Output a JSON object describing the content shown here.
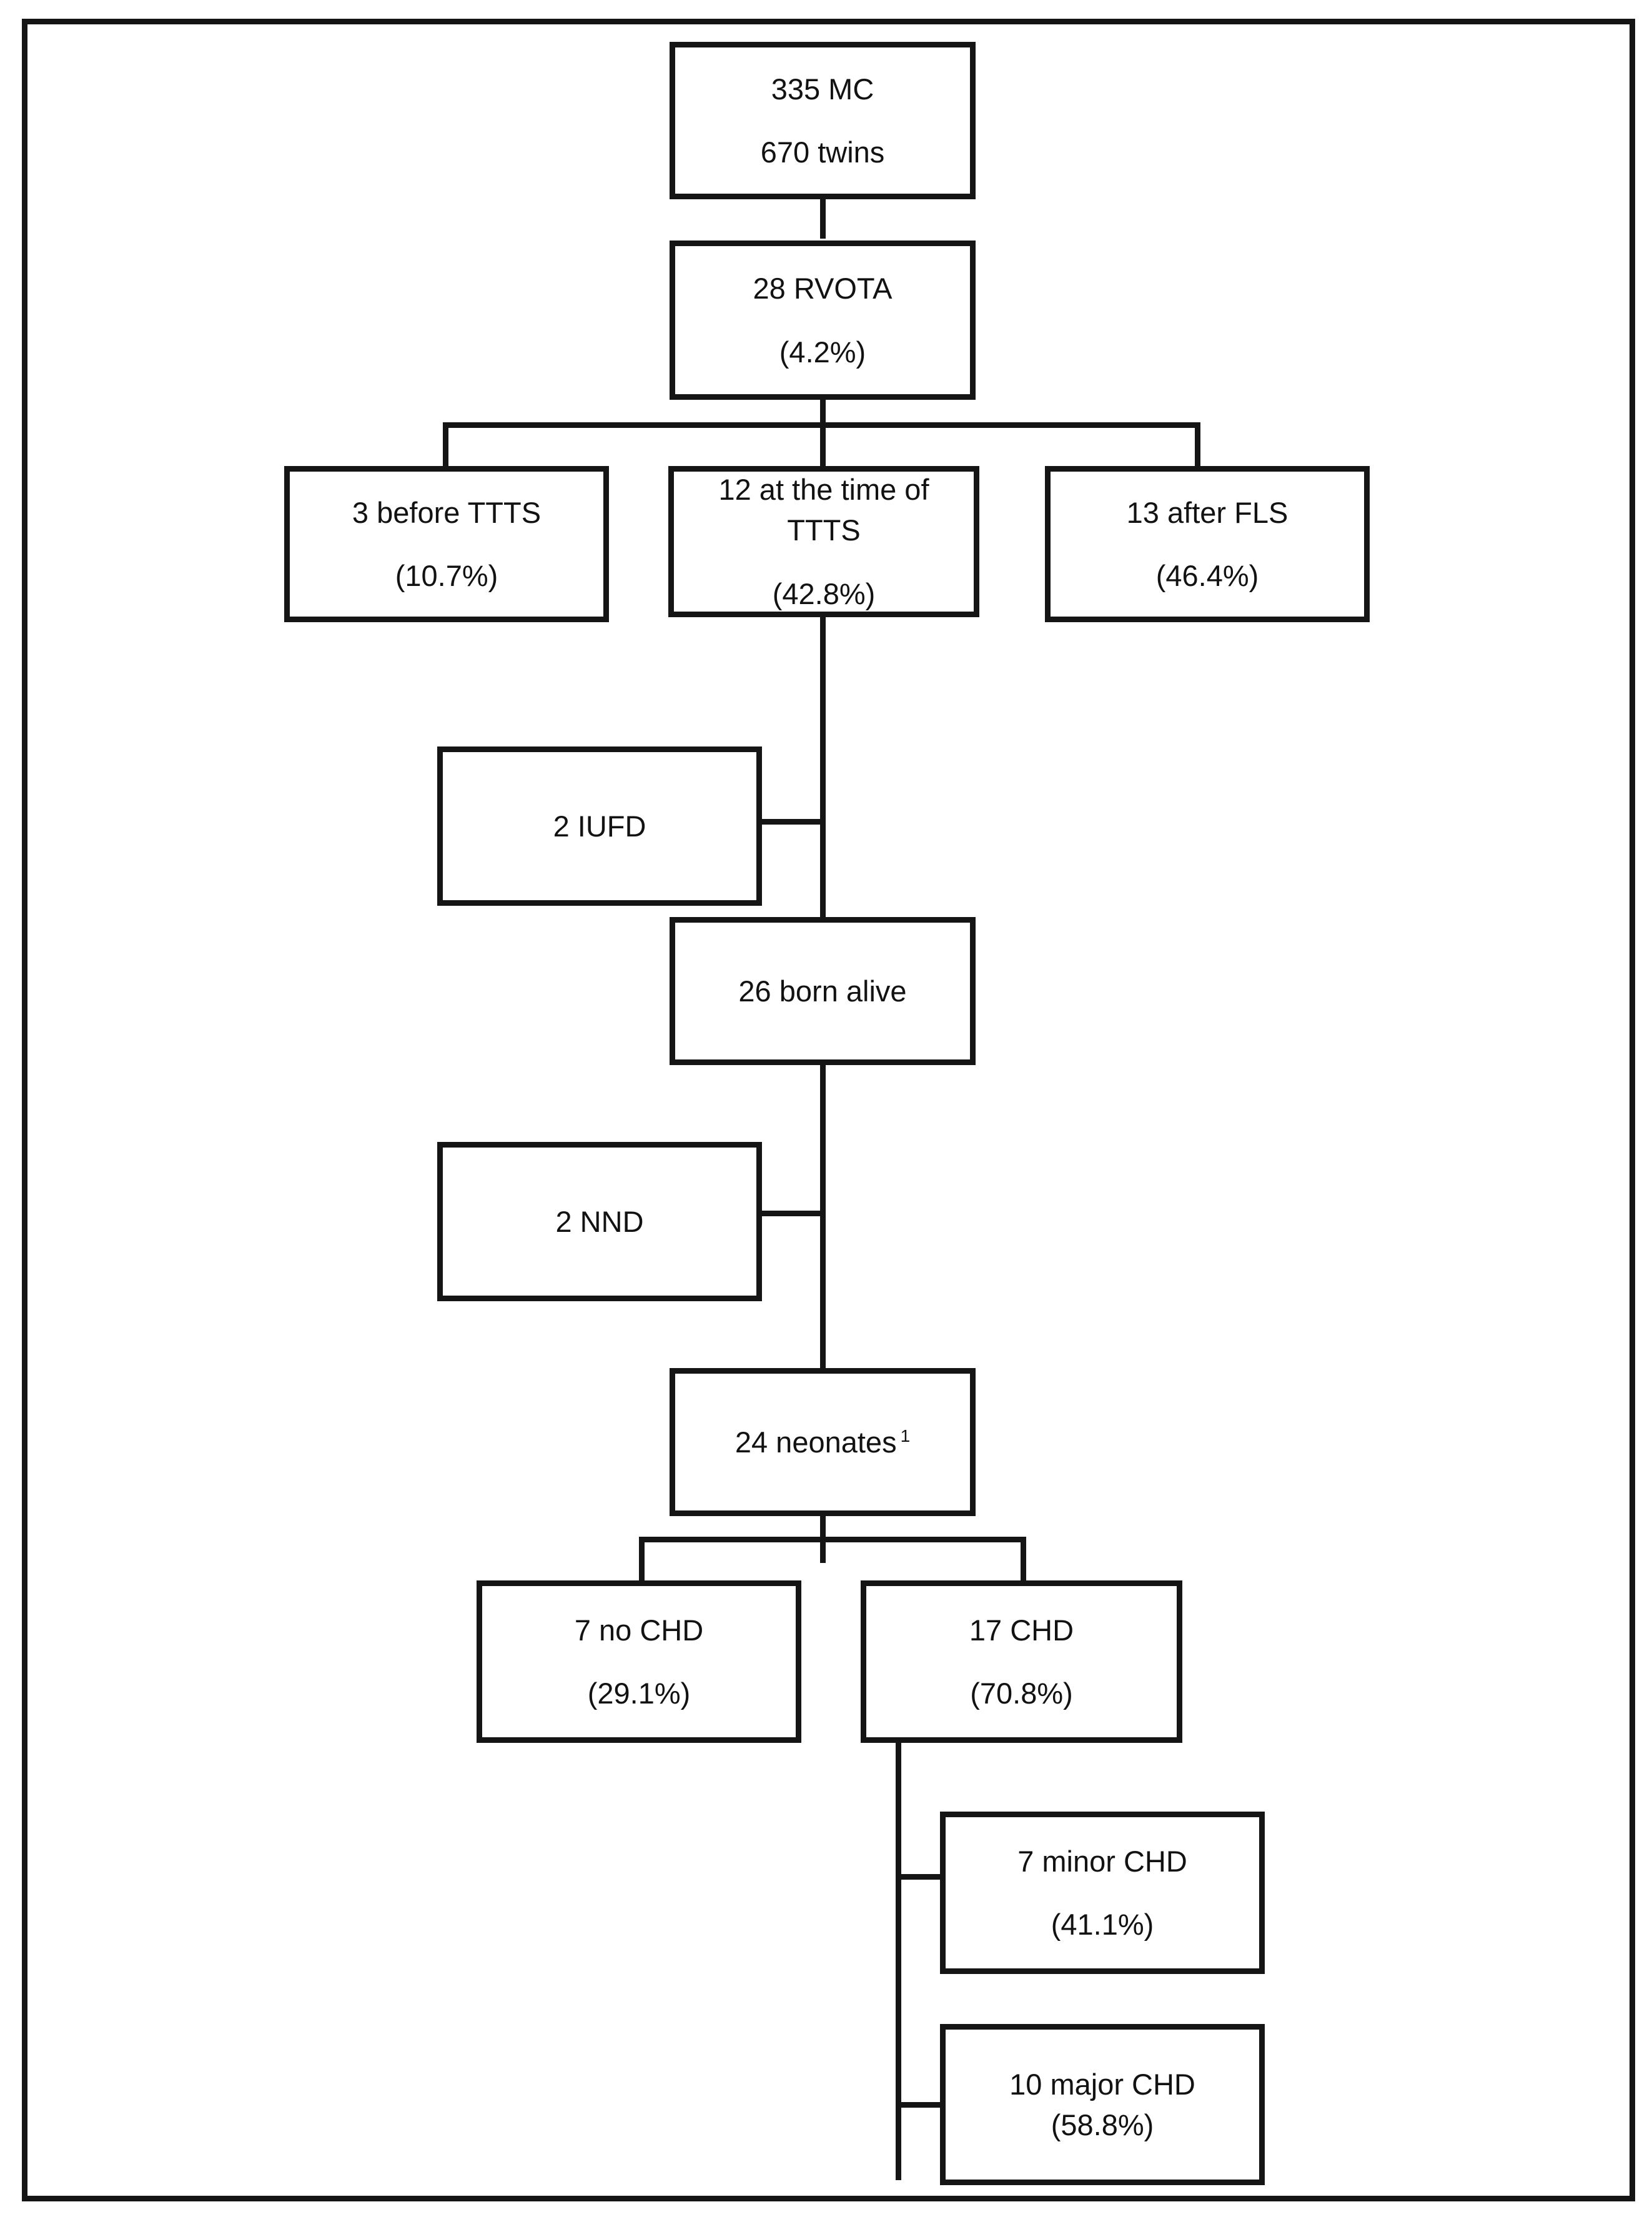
{
  "diagram": {
    "title": "RVOTA in monochorionic twins flowchart",
    "type": "flowchart",
    "stroke_color": "#151515",
    "background_color": "#ffffff",
    "text_color": "#121212"
  },
  "nodes": {
    "cohort": {
      "line1": "335 MC",
      "line2": "670 twins"
    },
    "rvota": {
      "line1": "28 RVOTA",
      "line2": "(4.2%)"
    },
    "before_ttts": {
      "line1": "3 before TTTS",
      "line2": "(10.7%)"
    },
    "at_ttts": {
      "line1": "12 at the time of",
      "line1b": "TTTS",
      "line2": "(42.8%)"
    },
    "after_fls": {
      "line1": "13 after FLS",
      "line2": "(46.4%)"
    },
    "iufd": {
      "line1": "2 IUFD"
    },
    "born_alive": {
      "line1": "26 born alive"
    },
    "nnd": {
      "line1": "2 NND"
    },
    "neonates": {
      "line1": "24 neonates",
      "footnote_marker": "1"
    },
    "no_chd": {
      "line1": "7 no CHD",
      "line2": "(29.1%)"
    },
    "chd": {
      "line1": "17 CHD",
      "line2": "(70.8%)"
    },
    "minor_chd": {
      "line1": "7 minor CHD",
      "line2": "(41.1%)"
    },
    "major_chd": {
      "line1": "10 major CHD",
      "line2": "(58.8%)"
    }
  },
  "chart_data": {
    "type": "flowchart",
    "title": "RVOTA in monochorionic twins flowchart",
    "nodes": [
      {
        "id": "cohort",
        "label": "335 MC / 670 twins",
        "count": 335,
        "twins": 670
      },
      {
        "id": "rvota",
        "label": "28 RVOTA (4.2%)",
        "count": 28,
        "percent": 4.2
      },
      {
        "id": "before_ttts",
        "label": "3 before TTTS (10.7%)",
        "count": 3,
        "percent": 10.7
      },
      {
        "id": "at_ttts",
        "label": "12 at the time of TTTS (42.8%)",
        "count": 12,
        "percent": 42.8
      },
      {
        "id": "after_fls",
        "label": "13 after FLS (46.4%)",
        "count": 13,
        "percent": 46.4
      },
      {
        "id": "iufd",
        "label": "2 IUFD",
        "count": 2
      },
      {
        "id": "born_alive",
        "label": "26 born alive",
        "count": 26
      },
      {
        "id": "nnd",
        "label": "2 NND",
        "count": 2
      },
      {
        "id": "neonates",
        "label": "24 neonates",
        "count": 24,
        "footnote": "1"
      },
      {
        "id": "no_chd",
        "label": "7 no CHD (29.1%)",
        "count": 7,
        "percent": 29.1
      },
      {
        "id": "chd",
        "label": "17 CHD (70.8%)",
        "count": 17,
        "percent": 70.8
      },
      {
        "id": "minor_chd",
        "label": "7 minor CHD (41.1%)",
        "count": 7,
        "percent": 41.1
      },
      {
        "id": "major_chd",
        "label": "10 major CHD (58.8%)",
        "count": 10,
        "percent": 58.8
      }
    ],
    "edges": [
      {
        "from": "cohort",
        "to": "rvota"
      },
      {
        "from": "rvota",
        "to": "before_ttts"
      },
      {
        "from": "rvota",
        "to": "at_ttts"
      },
      {
        "from": "rvota",
        "to": "after_fls"
      },
      {
        "from": "at_ttts",
        "to": "iufd"
      },
      {
        "from": "at_ttts",
        "to": "born_alive"
      },
      {
        "from": "born_alive",
        "to": "nnd"
      },
      {
        "from": "born_alive",
        "to": "neonates"
      },
      {
        "from": "neonates",
        "to": "no_chd"
      },
      {
        "from": "neonates",
        "to": "chd"
      },
      {
        "from": "chd",
        "to": "minor_chd"
      },
      {
        "from": "chd",
        "to": "major_chd"
      }
    ]
  }
}
